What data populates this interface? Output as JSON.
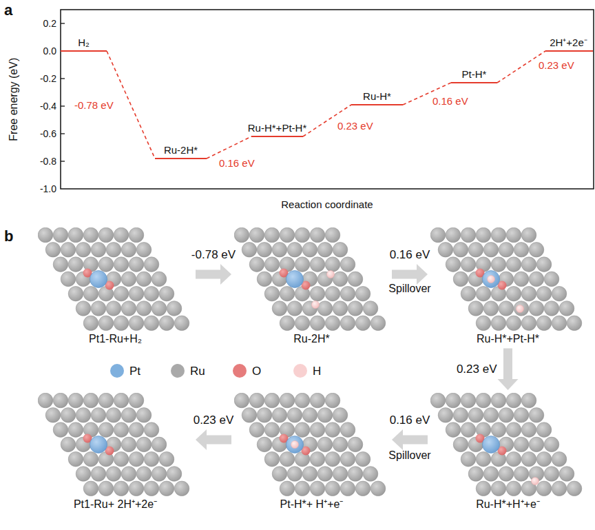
{
  "diagram": {
    "nodes": [
      {
        "text": [
          "H₂"
        ]
      },
      {
        "text": [
          "Ru-2H*"
        ]
      },
      {
        "text": [
          "Ru-H*+Pt-H*"
        ]
      },
      {
        "text": [
          "Ru-H*"
        ]
      },
      {
        "text": [
          "Pt-H*"
        ]
      },
      {
        "text": [
          "2H⁺+2e⁻"
        ]
      },
      {
        "text": [
          "Pt1-Ru+H₂"
        ]
      },
      {
        "text": [
          "Ru-2H*"
        ]
      },
      {
        "text": [
          "Ru-H*+Pt-H*"
        ]
      },
      {
        "text": [
          "Ru-H*+H⁺+e⁻"
        ]
      },
      {
        "text": [
          "Pt-H*+ H⁺+e⁻"
        ]
      },
      {
        "text": [
          "Pt1-Ru+ 2H⁺+2e⁻"
        ]
      }
    ],
    "edges": [
      {
        "from": 0,
        "to": 1,
        "arrow": "none",
        "label": "-0.78 eV"
      },
      {
        "from": 1,
        "to": 2,
        "arrow": "none",
        "label": "0.16 eV"
      },
      {
        "from": 2,
        "to": 3,
        "arrow": "none",
        "label": "0.23 eV"
      },
      {
        "from": 3,
        "to": 4,
        "arrow": "none",
        "label": "0.16 eV"
      },
      {
        "from": 4,
        "to": 5,
        "arrow": "none",
        "label": "0.23 eV"
      },
      {
        "from": 6,
        "to": 7,
        "arrow": "to",
        "label": "-0.78 eV"
      },
      {
        "from": 7,
        "to": 8,
        "arrow": "to",
        "label": "0.16 eV"
      },
      {
        "from": 8,
        "to": 9,
        "arrow": "to",
        "label": "0.23 eV"
      },
      {
        "from": 9,
        "to": 10,
        "arrow": "to",
        "label": "0.16 eV"
      },
      {
        "from": 10,
        "to": 11,
        "arrow": "to",
        "label": "0.23 eV"
      }
    ],
    "labels": [
      "a",
      "b",
      "Free energy (eV)",
      "Reaction coordinate",
      "0.2",
      "0.0",
      "-0.2",
      "-0.4",
      "-0.6",
      "-0.8",
      "-1.0",
      "Spillover",
      "Spillover"
    ],
    "legend": [
      {
        "text": "Pt",
        "color": "#7fb0de"
      },
      {
        "text": "Ru",
        "color": "#a9a9a9"
      },
      {
        "text": "O",
        "color": "#e67c7c"
      },
      {
        "text": "H",
        "color": "#f8d0d0"
      }
    ]
  }
}
